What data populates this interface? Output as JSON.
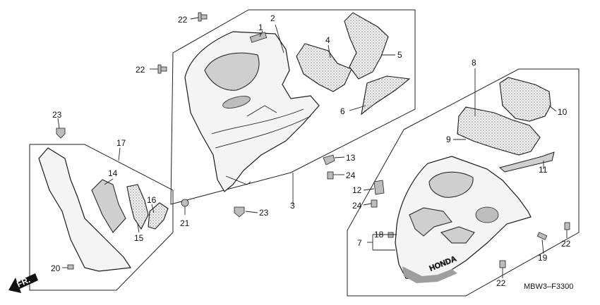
{
  "callouts": {
    "c1": "1",
    "c2": "2",
    "c3": "3",
    "c4": "4",
    "c5": "5",
    "c6": "6",
    "c7": "7",
    "c8": "8",
    "c9": "9",
    "c10": "10",
    "c11": "11",
    "c12": "12",
    "c13": "13",
    "c14": "14",
    "c15": "15",
    "c16": "16",
    "c17": "17",
    "c18": "18",
    "c19": "19",
    "c20": "20",
    "c21": "21",
    "c22a": "22",
    "c22b": "22",
    "c22c": "22",
    "c22d": "22",
    "c23a": "23",
    "c23b": "23",
    "c24a": "24",
    "c24b": "24"
  },
  "fr_label": "FR.",
  "figure_code": "MBW3–F3300",
  "logo_text": "HONDA",
  "icons": [
    "front-direction-arrow-icon",
    "bolt-icon",
    "clip-icon",
    "nut-icon"
  ]
}
